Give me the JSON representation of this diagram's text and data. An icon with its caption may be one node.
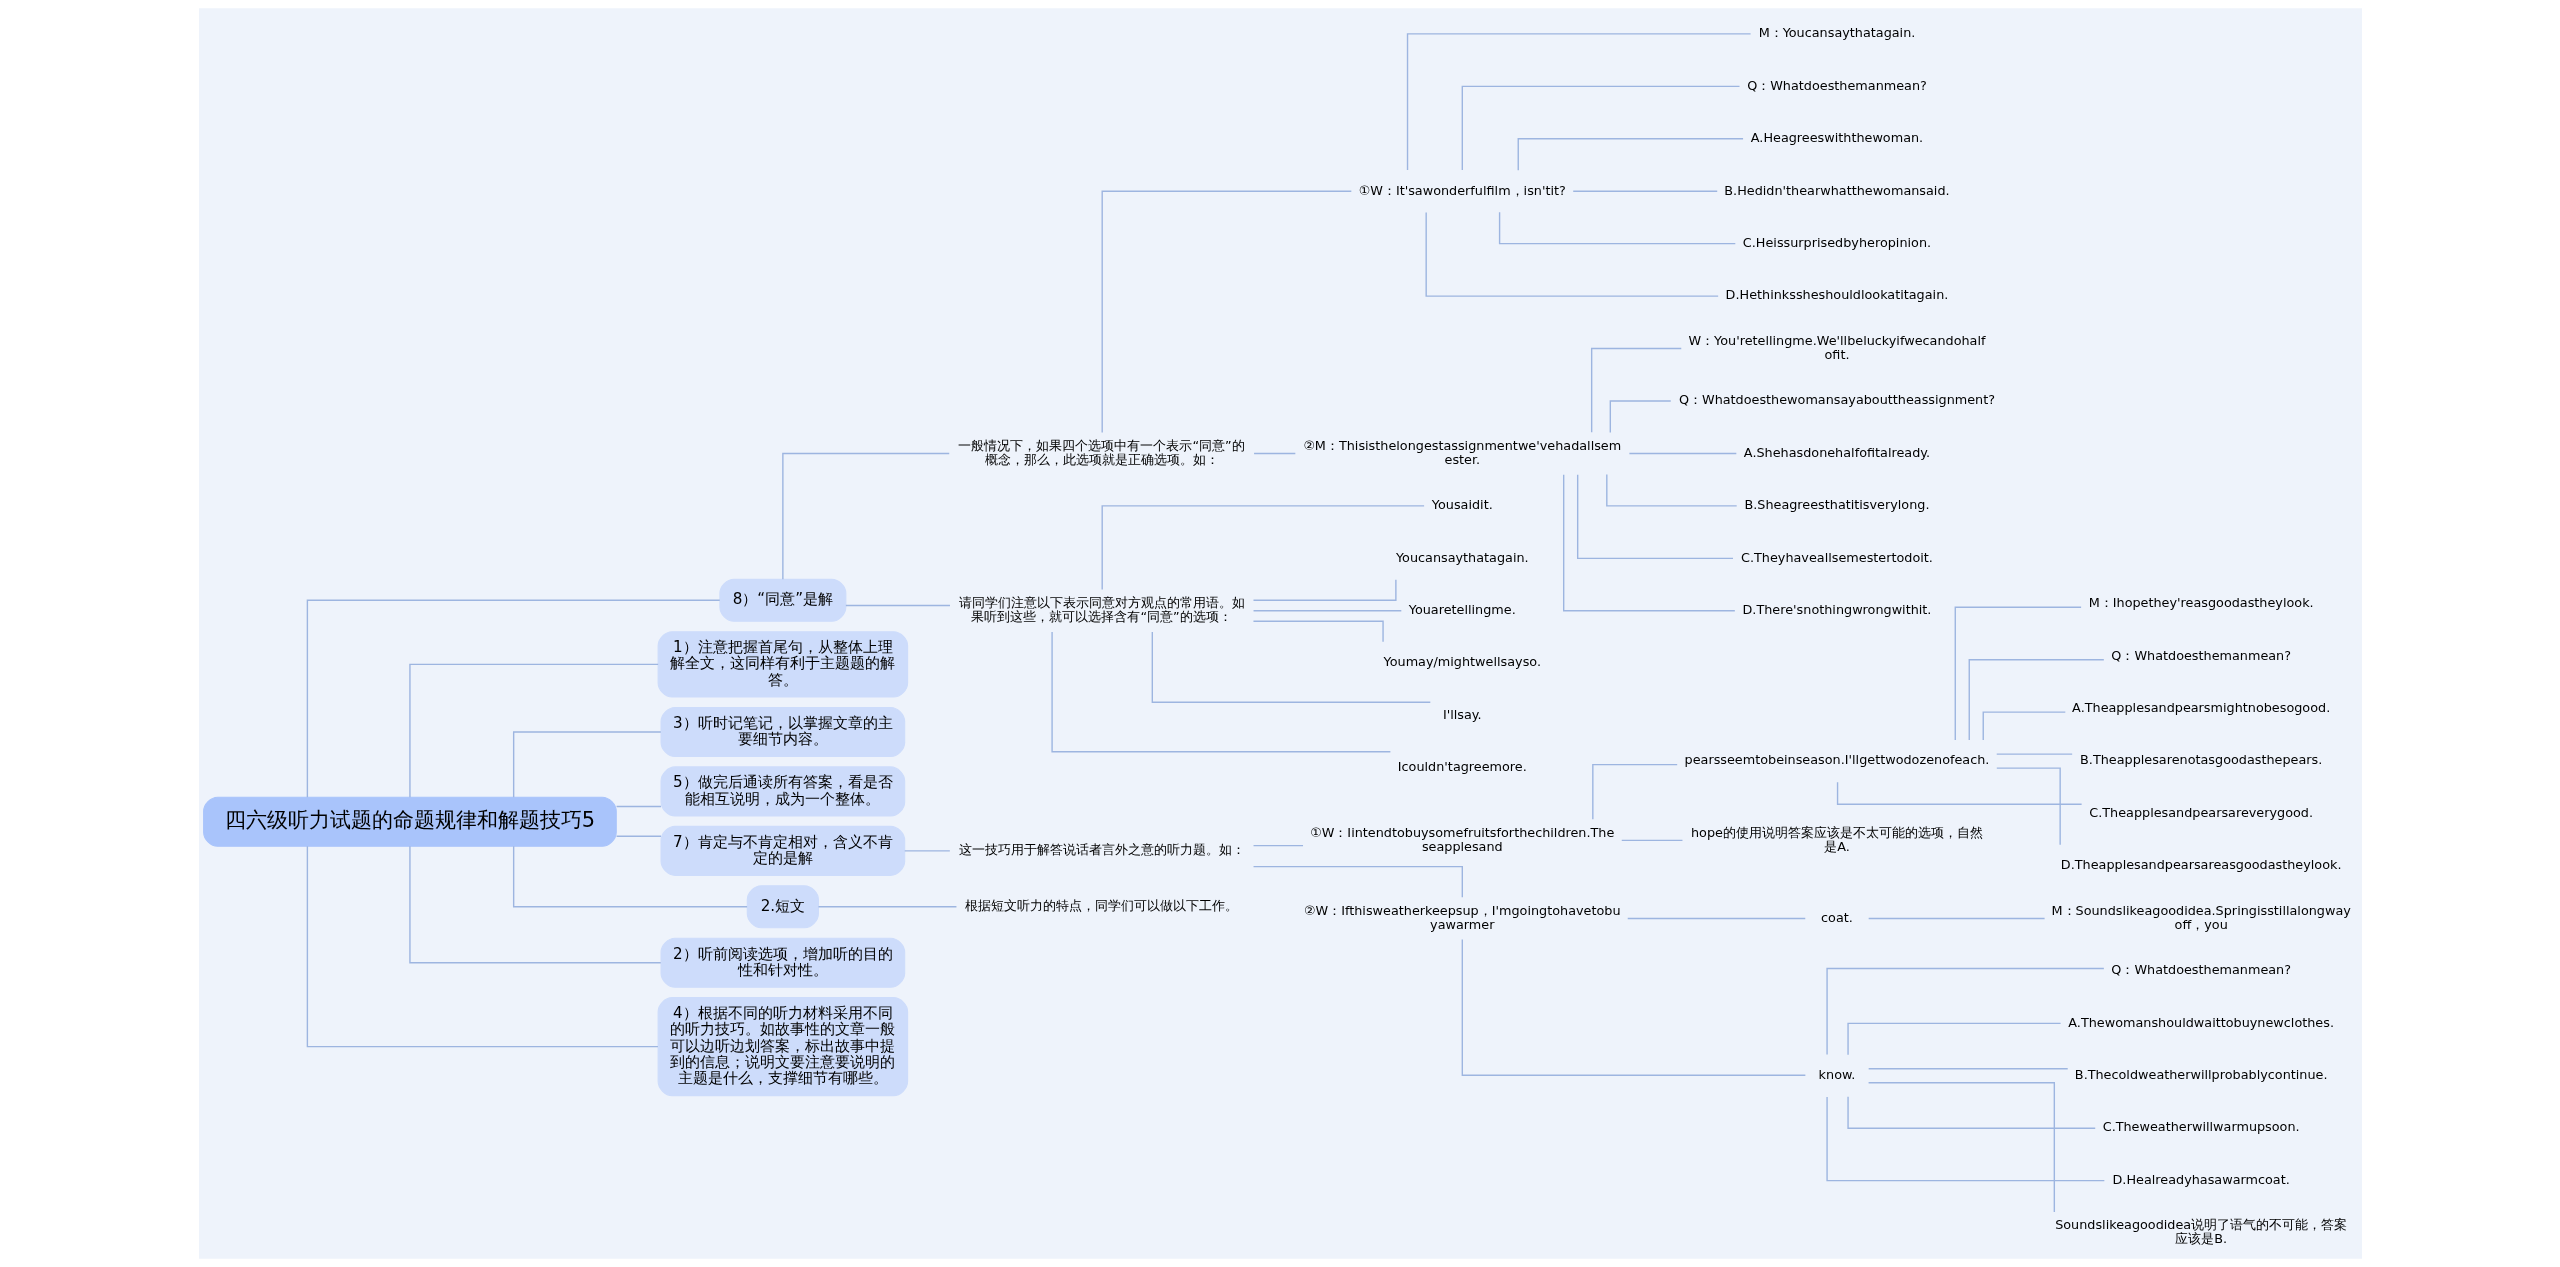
{
  "diagram": {
    "nodes": [
      {
        "text": [
          "四六级听力试题的命题规律和解题技巧5"
        ]
      },
      {
        "text": [
          "8）“同意”是解"
        ]
      },
      {
        "text": [
          "一般情况下，如果四个选项中有一个表示“同意”的概念，那么，此选项就是正确选项。如："
        ]
      },
      {
        "text": [
          "①W：It'sawonderfulfilm，isn'tit?"
        ]
      },
      {
        "text": [
          "M：Youcansaythatagain."
        ]
      },
      {
        "text": [
          "Q：Whatdoesthemanmean?"
        ]
      },
      {
        "text": [
          "A.Heagreeswiththewoman."
        ]
      },
      {
        "text": [
          "B.Hedidn'thearwhatthewomansaid."
        ]
      },
      {
        "text": [
          "C.Heissurprisedbyheropinion."
        ]
      },
      {
        "text": [
          "D.Hethinkssheshouldlookatitagain."
        ]
      },
      {
        "text": [
          "②M：Thisisthelongestassignmentwe'vehadallsemester."
        ]
      },
      {
        "text": [
          "W：You'retellingme.We'llbeluckyifwecandohalfofit."
        ]
      },
      {
        "text": [
          "Q：Whatdoesthewomansayabouttheassignment?"
        ]
      },
      {
        "text": [
          "A.Shehasdonehalfofitalready."
        ]
      },
      {
        "text": [
          "B.Sheagreesthatitisverylong."
        ]
      },
      {
        "text": [
          "C.Theyhaveallsemestertodoit."
        ]
      },
      {
        "text": [
          "D.There'snothingwrongwithit."
        ]
      },
      {
        "text": [
          "请同学们注意以下表示同意对方观点的常用语。如果听到这些，就可以选择含有“同意”的选项："
        ]
      },
      {
        "text": [
          "Yousaidit."
        ]
      },
      {
        "text": [
          "Youcansaythatagain."
        ]
      },
      {
        "text": [
          "Youaretellingme."
        ]
      },
      {
        "text": [
          "Youmay/mightwellsayso."
        ]
      },
      {
        "text": [
          "I'llsay."
        ]
      },
      {
        "text": [
          "Icouldn'tagreemore."
        ]
      },
      {
        "text": [
          "1）注意把握首尾句，从整体上理解全文，这同样有利于主题题的解答。"
        ]
      },
      {
        "text": [
          "3）听时记笔记，以掌握文章的主要细节内容。"
        ]
      },
      {
        "text": [
          "5）做完后通读所有答案，看是否能相互说明，成为一个整体。"
        ]
      },
      {
        "text": [
          "7）肯定与不肯定相对，含义不肯定的是解"
        ]
      },
      {
        "text": [
          "这一技巧用于解答说话者言外之意的听力题。如："
        ]
      },
      {
        "text": [
          "①W：Iintendtobuysomefruitsforthechildren.Theseapplesand"
        ]
      },
      {
        "text": [
          "pearsseemtobeinseason.I'llgettwodozenofeach."
        ]
      },
      {
        "text": [
          "M：Ihopethey'reasgoodastheylook."
        ]
      },
      {
        "text": [
          "Q：Whatdoesthemanmean?"
        ]
      },
      {
        "text": [
          "A.Theapplesandpearsmightnobesogood."
        ]
      },
      {
        "text": [
          "B.Theapplesarenotasgoodasthepears."
        ]
      },
      {
        "text": [
          "C.Theapplesandpearsareverygood."
        ]
      },
      {
        "text": [
          "D.Theapplesandpearsareasgoodastheylook."
        ]
      },
      {
        "text": [
          "hope的使用说明答案应该是不太可能的选项，自然是A."
        ]
      },
      {
        "text": [
          "②W：Ifthisweatherkeepsup，I'mgoingtohavetobuyawarmer"
        ]
      },
      {
        "text": [
          "coat."
        ]
      },
      {
        "text": [
          "M：Soundslikeagoodidea.Springisstillalongwayoff，you"
        ]
      },
      {
        "text": [
          "know."
        ]
      },
      {
        "text": [
          "Q：Whatdoesthemanmean?"
        ]
      },
      {
        "text": [
          "A.Thewomanshouldwaittobuynewclothes."
        ]
      },
      {
        "text": [
          "B.Thecoldweatherwillprobablycontinue."
        ]
      },
      {
        "text": [
          "C.Theweatherwillwarmupsoon."
        ]
      },
      {
        "text": [
          "D.Healreadyhasawarmcoat."
        ]
      },
      {
        "text": [
          "Soundslikeagoodidea说明了语气的不可能，答案应该是B."
        ]
      },
      {
        "text": [
          "2.短文"
        ]
      },
      {
        "text": [
          "根据短文听力的特点，同学们可以做以下工作。"
        ]
      },
      {
        "text": [
          "2）听前阅读选项，增加听的目的性和针对性。"
        ]
      },
      {
        "text": [
          "4）根据不同的听力材料采用不同的听力技巧。如故事性的文章一般可以边听边划答案，标出故事中提到的信息；说明文要注意要说明的主题是什么，支撑细节有哪些。"
        ]
      }
    ],
    "edges": [
      {
        "from": 0,
        "to": 1,
        "arrow": "none"
      },
      {
        "from": 1,
        "to": 2,
        "arrow": "none"
      },
      {
        "from": 2,
        "to": 3,
        "arrow": "none"
      },
      {
        "from": 3,
        "to": 4,
        "arrow": "none"
      },
      {
        "from": 3,
        "to": 5,
        "arrow": "none"
      },
      {
        "from": 3,
        "to": 6,
        "arrow": "none"
      },
      {
        "from": 3,
        "to": 7,
        "arrow": "none"
      },
      {
        "from": 3,
        "to": 8,
        "arrow": "none"
      },
      {
        "from": 3,
        "to": 9,
        "arrow": "none"
      },
      {
        "from": 2,
        "to": 10,
        "arrow": "none"
      },
      {
        "from": 10,
        "to": 11,
        "arrow": "none"
      },
      {
        "from": 10,
        "to": 12,
        "arrow": "none"
      },
      {
        "from": 10,
        "to": 13,
        "arrow": "none"
      },
      {
        "from": 10,
        "to": 14,
        "arrow": "none"
      },
      {
        "from": 10,
        "to": 15,
        "arrow": "none"
      },
      {
        "from": 10,
        "to": 16,
        "arrow": "none"
      },
      {
        "from": 1,
        "to": 17,
        "arrow": "none"
      },
      {
        "from": 17,
        "to": 18,
        "arrow": "none"
      },
      {
        "from": 17,
        "to": 19,
        "arrow": "none"
      },
      {
        "from": 17,
        "to": 20,
        "arrow": "none"
      },
      {
        "from": 17,
        "to": 21,
        "arrow": "none"
      },
      {
        "from": 17,
        "to": 22,
        "arrow": "none"
      },
      {
        "from": 17,
        "to": 23,
        "arrow": "none"
      },
      {
        "from": 0,
        "to": 24,
        "arrow": "none"
      },
      {
        "from": 0,
        "to": 25,
        "arrow": "none"
      },
      {
        "from": 0,
        "to": 26,
        "arrow": "none"
      },
      {
        "from": 0,
        "to": 27,
        "arrow": "none"
      },
      {
        "from": 27,
        "to": 28,
        "arrow": "none"
      },
      {
        "from": 28,
        "to": 29,
        "arrow": "none"
      },
      {
        "from": 29,
        "to": 30,
        "arrow": "none"
      },
      {
        "from": 30,
        "to": 31,
        "arrow": "none"
      },
      {
        "from": 30,
        "to": 32,
        "arrow": "none"
      },
      {
        "from": 30,
        "to": 33,
        "arrow": "none"
      },
      {
        "from": 30,
        "to": 34,
        "arrow": "none"
      },
      {
        "from": 30,
        "to": 35,
        "arrow": "none"
      },
      {
        "from": 30,
        "to": 36,
        "arrow": "none"
      },
      {
        "from": 29,
        "to": 37,
        "arrow": "none"
      },
      {
        "from": 28,
        "to": 38,
        "arrow": "none"
      },
      {
        "from": 38,
        "to": 39,
        "arrow": "none"
      },
      {
        "from": 39,
        "to": 40,
        "arrow": "none"
      },
      {
        "from": 38,
        "to": 41,
        "arrow": "none"
      },
      {
        "from": 41,
        "to": 42,
        "arrow": "none"
      },
      {
        "from": 41,
        "to": 43,
        "arrow": "none"
      },
      {
        "from": 41,
        "to": 44,
        "arrow": "none"
      },
      {
        "from": 41,
        "to": 45,
        "arrow": "none"
      },
      {
        "from": 41,
        "to": 46,
        "arrow": "none"
      },
      {
        "from": 41,
        "to": 47,
        "arrow": "none"
      },
      {
        "from": 0,
        "to": 48,
        "arrow": "none"
      },
      {
        "from": 48,
        "to": 49,
        "arrow": "none"
      },
      {
        "from": 0,
        "to": 50,
        "arrow": "none"
      },
      {
        "from": 0,
        "to": 51,
        "arrow": "none"
      }
    ]
  }
}
